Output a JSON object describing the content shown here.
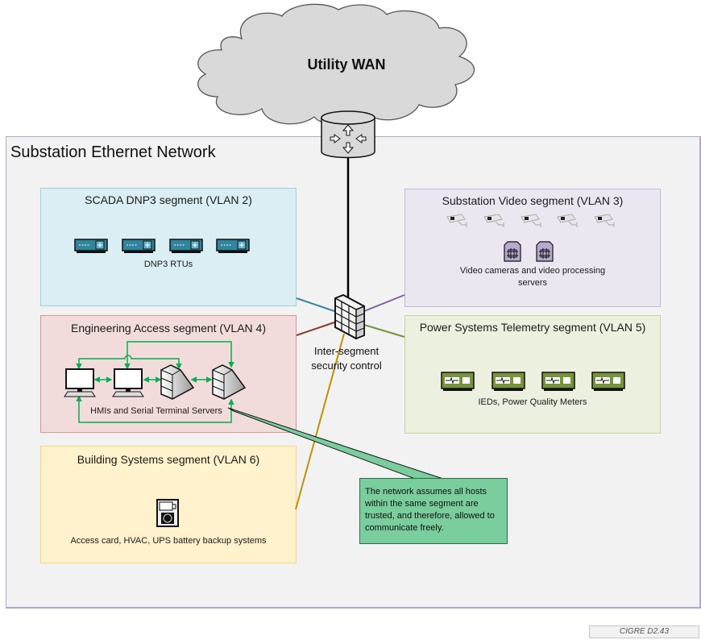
{
  "diagram": {
    "wan": {
      "label": "Utility WAN",
      "icon": "router-icon"
    },
    "network": {
      "title": "Substation Ethernet Network"
    },
    "firewall": {
      "label_line1": "Inter-segment",
      "label_line2": "security control",
      "icon": "firewall-icon"
    },
    "segments": {
      "scada": {
        "title": "SCADA DNP3 segment (VLAN 2)",
        "caption": "DNP3 RTUs",
        "device_icon": "rtu-icon",
        "device_count": 4,
        "link_color": "#31859c"
      },
      "video": {
        "title": "Substation Video segment (VLAN 3)",
        "caption_line1": "Video cameras and video processing",
        "caption_line2": "servers",
        "camera_count": 5,
        "server_count": 2,
        "link_color": "#8064a2"
      },
      "engineering": {
        "title": "Engineering Access segment (VLAN 4)",
        "caption": "HMIs and Serial Terminal Servers",
        "workstation_count": 2,
        "terminal_server_count": 2,
        "link_color": "#953735",
        "arrow_color": "#00b050"
      },
      "telemetry": {
        "title": "Power Systems Telemetry segment (VLAN 5)",
        "caption": "IEDs, Power Quality Meters",
        "device_count": 4,
        "link_color": "#77933c"
      },
      "building": {
        "title": "Building Systems segment (VLAN 6)",
        "caption": "Access card, HVAC, UPS battery backup systems",
        "device_icon": "access-control-panel-icon",
        "link_color": "#c09000"
      }
    },
    "callout": {
      "text": "The network assumes all hosts within the same segment are trusted, and therefore, allowed to communicate freely."
    },
    "source": "CIGRE D2.43"
  }
}
